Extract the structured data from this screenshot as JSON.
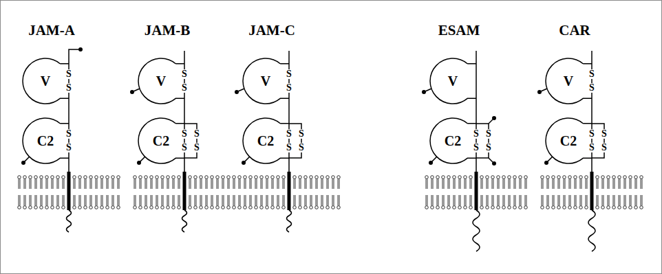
{
  "diagram": {
    "nodes": [
      {
        "text": [
          "V"
        ]
      },
      {
        "text": [
          "C2"
        ]
      },
      {
        "text": [
          "V"
        ]
      },
      {
        "text": [
          "C2"
        ]
      },
      {
        "text": [
          "V"
        ]
      },
      {
        "text": [
          "C2"
        ]
      },
      {
        "text": [
          "V"
        ]
      },
      {
        "text": [
          "C2"
        ]
      },
      {
        "text": [
          "V"
        ]
      },
      {
        "text": [
          "C2"
        ]
      }
    ],
    "edges": [
      {
        "from": 0,
        "to": 1,
        "arrow": "none"
      },
      {
        "from": 2,
        "to": 3,
        "arrow": "none"
      },
      {
        "from": 4,
        "to": 5,
        "arrow": "none"
      },
      {
        "from": 6,
        "to": 7,
        "arrow": "none"
      },
      {
        "from": 8,
        "to": 9,
        "arrow": "none"
      }
    ],
    "labels": [
      "JAM-A",
      "S",
      "S",
      "S",
      "S",
      "JAM-B",
      "S",
      "S",
      "S",
      "S",
      "S",
      "S",
      "JAM-C",
      "S",
      "S",
      "S",
      "S",
      "S",
      "S",
      "ESAM",
      "S",
      "S",
      "S",
      "S",
      "CAR",
      "S",
      "S",
      "S",
      "S",
      "S",
      "S"
    ]
  }
}
